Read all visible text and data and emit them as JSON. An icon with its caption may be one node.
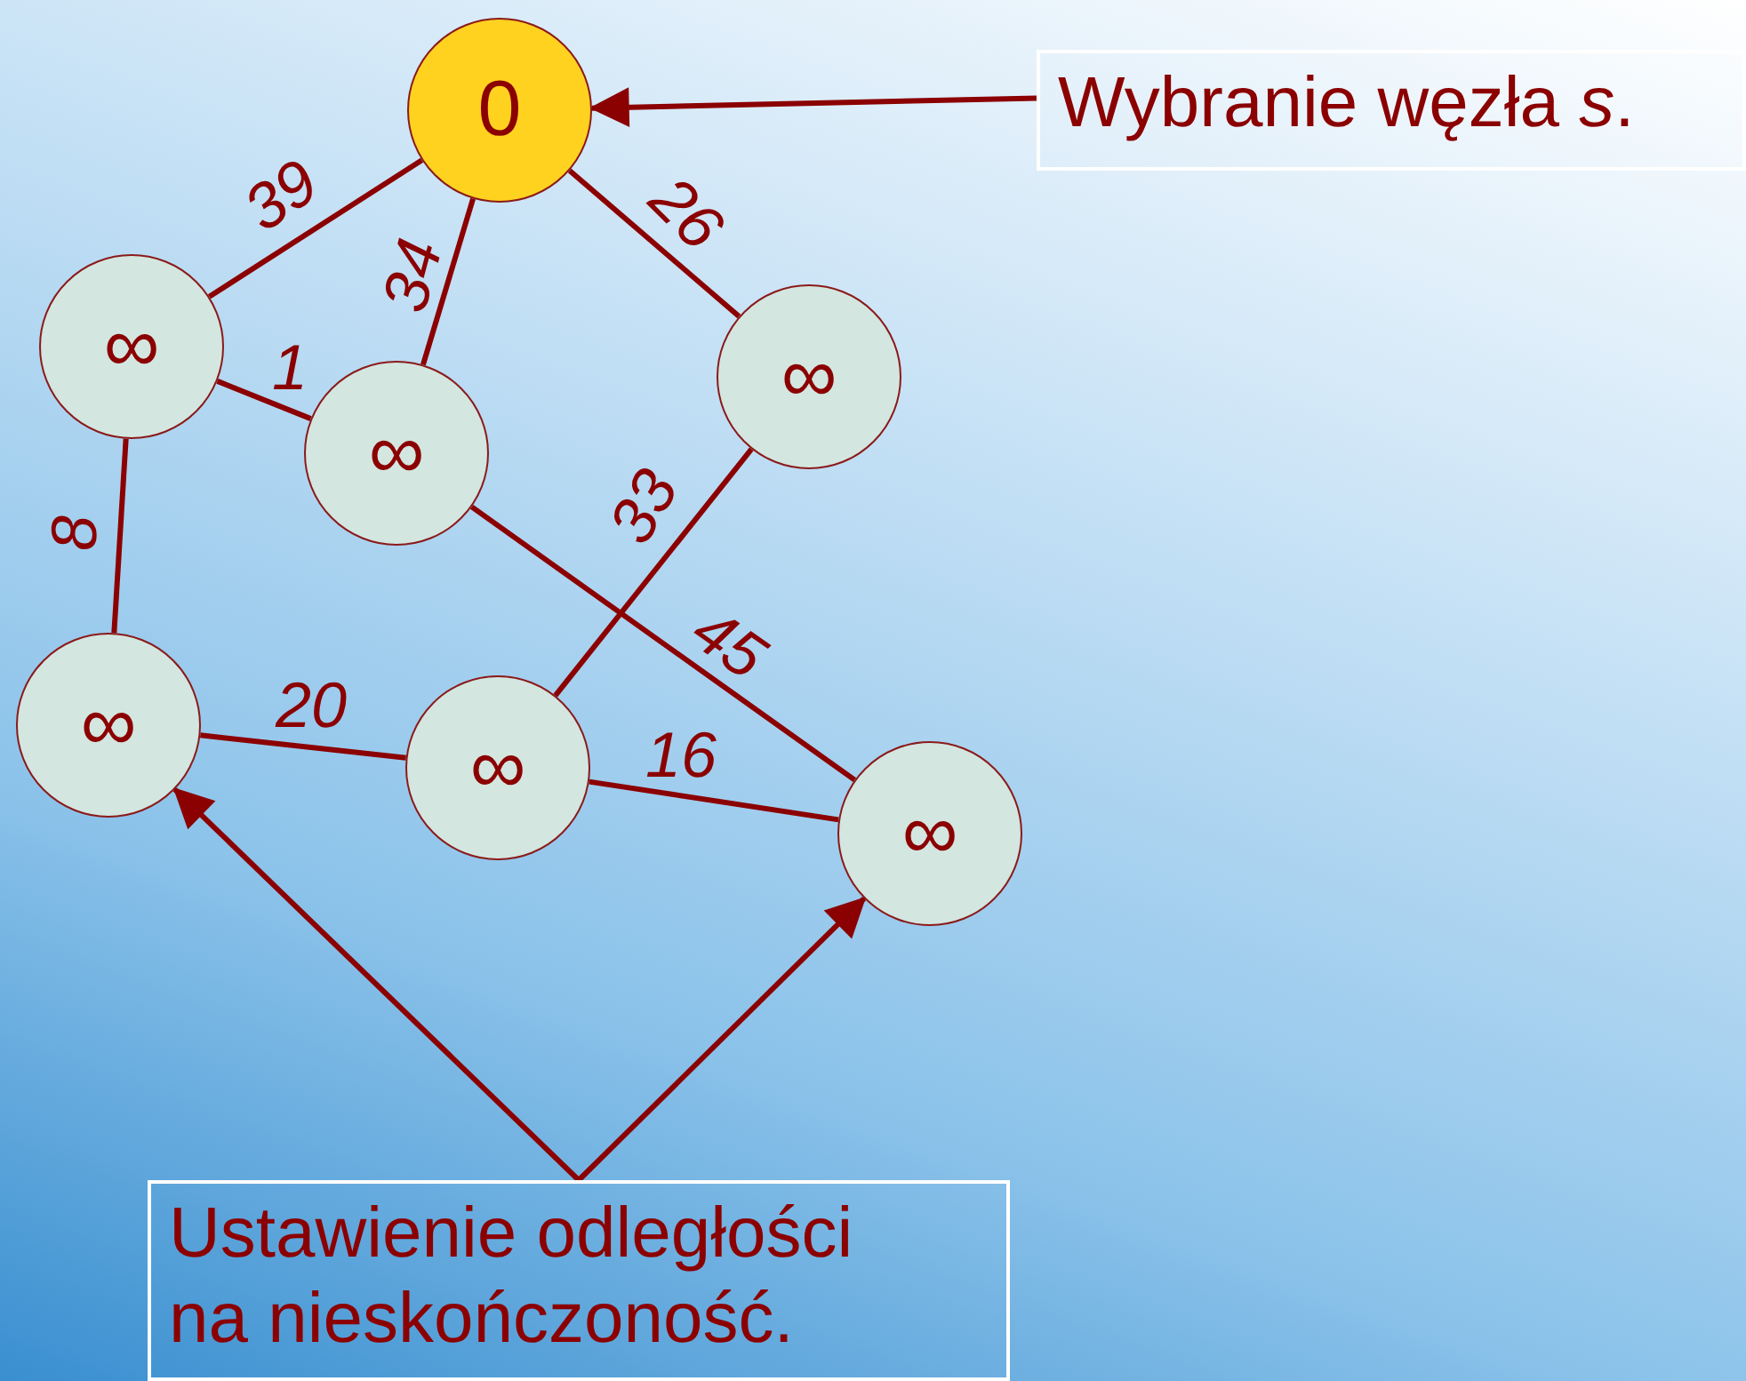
{
  "diagram": {
    "nodes": [
      {
        "text": [
          "0"
        ]
      },
      {
        "text": [
          "∞"
        ]
      },
      {
        "text": [
          "∞"
        ]
      },
      {
        "text": [
          "∞"
        ]
      },
      {
        "text": [
          "∞"
        ]
      },
      {
        "text": [
          "∞"
        ]
      },
      {
        "text": [
          "∞"
        ]
      },
      {
        "text": [
          "Wybranie węzła *s*."
        ]
      },
      {
        "text": [
          "Ustawienie odległości na nieskończoność."
        ]
      }
    ],
    "edges": [
      {
        "from": 0,
        "to": 1,
        "arrow": "none",
        "label": "39"
      },
      {
        "from": 0,
        "to": 2,
        "arrow": "none",
        "label": "34"
      },
      {
        "from": 0,
        "to": 3,
        "arrow": "none",
        "label": "26"
      },
      {
        "from": 1,
        "to": 2,
        "arrow": "none",
        "label": "1"
      },
      {
        "from": 1,
        "to": 4,
        "arrow": "none",
        "label": "8"
      },
      {
        "from": 2,
        "to": 6,
        "arrow": "none",
        "label": "45"
      },
      {
        "from": 3,
        "to": 5,
        "arrow": "none",
        "label": "33"
      },
      {
        "from": 4,
        "to": 5,
        "arrow": "none",
        "label": "20"
      },
      {
        "from": 5,
        "to": 6,
        "arrow": "none",
        "label": "16"
      },
      {
        "from": 7,
        "to": 0,
        "arrow": "to"
      },
      {
        "from": 8,
        "to": 4,
        "arrow": "to"
      },
      {
        "from": 8,
        "to": 6,
        "arrow": "to"
      }
    ]
  }
}
